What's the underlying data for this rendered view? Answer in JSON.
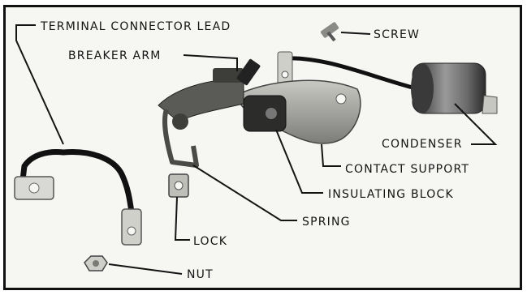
{
  "labels": {
    "terminal_connector_lead": "TERMINAL CONNECTOR LEAD",
    "breaker_arm": "BREAKER ARM",
    "screw": "SCREW",
    "condenser": "CONDENSER",
    "contact_support": "CONTACT SUPPORT",
    "insulating_block": "INSULATING BLOCK",
    "spring": "SPRING",
    "lock": "LOCK",
    "nut": "NUT"
  }
}
